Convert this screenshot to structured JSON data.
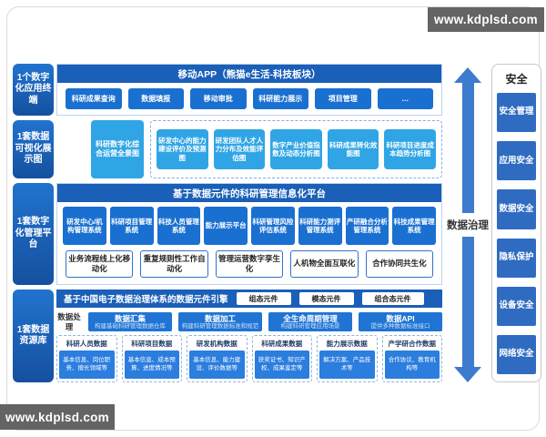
{
  "watermarks": {
    "top_right": "www.kdplsd.com",
    "bottom_left": "www.kdplsd.com"
  },
  "terminal": {
    "label": "1个数字化应用终端",
    "header": "移动APP（熊猫e生活-科技板块）",
    "apps": [
      "科研成果查询",
      "数据填报",
      "移动审批",
      "科研能力展示",
      "项目管理",
      "…"
    ]
  },
  "visualization": {
    "label": "1套数据可视化展示图",
    "main_chart": "科研数字化综合运营全景图",
    "charts": [
      "研发中心的能力建设评价及预测图",
      "研发团队人才人力分布及效能评估图",
      "数字产业价值指数及动态分析图",
      "科研成果转化效能图",
      "科研项目进度成本趋势分析图"
    ]
  },
  "platform": {
    "label": "1套数字化管理平台",
    "header": "基于数据元件的科研管理信息化平台",
    "systems": [
      "研发中心/机构管理系统",
      "科研项目管理系统",
      "科技人员管理系统",
      "能力展示平台",
      "科研管理风险评估系统",
      "科研能力测评管理系统",
      "产研融合分析管理系统",
      "科技成果管理系统"
    ],
    "features": [
      "业务流程线上化移动化",
      "重复规则性工作自动化",
      "管理运营数字孪生化",
      "人机物全面互联化",
      "合作协同共生化"
    ]
  },
  "data_resource": {
    "label": "1套数据资源库",
    "header": "基于中国电子数据治理体系的数据元件引擎",
    "engine_components": [
      "组态元件",
      "模态元件",
      "组合态元件"
    ],
    "processing_label": "数据处理",
    "processing": [
      {
        "title": "数据汇集",
        "desc": "构建基础科研管理数据仓库"
      },
      {
        "title": "数据加工",
        "desc": "构建科研管理数据标准和规范"
      },
      {
        "title": "全生命周期管理",
        "desc": "构建科研管理应用场景"
      },
      {
        "title": "数据API",
        "desc": "提供多种数据标准接口"
      }
    ],
    "datasets": [
      {
        "title": "科研人员数据",
        "desc": "基本信息、岗位职务、擅长领域等"
      },
      {
        "title": "科研项目数据",
        "desc": "基本信息、成本预算、进度情况等"
      },
      {
        "title": "研发机构数据",
        "desc": "基本信息、能力建设、评价数据等"
      },
      {
        "title": "科研成果数据",
        "desc": "获奖证书、知识产权、成果鉴定等"
      },
      {
        "title": "能力展示数据",
        "desc": "解决方案、产品技术等"
      },
      {
        "title": "产学研合作数据",
        "desc": "合作协议、教育机构等"
      }
    ]
  },
  "governance": {
    "label": "数据治理"
  },
  "security": {
    "title": "安全",
    "items": [
      "安全管理",
      "应用安全",
      "数据安全",
      "隐私保护",
      "设备安全",
      "网络安全"
    ]
  },
  "colors": {
    "header_blue": "#1a5fb8",
    "box_blue": "#1970d1",
    "cyan_blue": "#2fa5e5",
    "arrow_blue": "#3d7bce",
    "security_blue": "#2f6cc1",
    "watermark_gray": "#646464"
  }
}
